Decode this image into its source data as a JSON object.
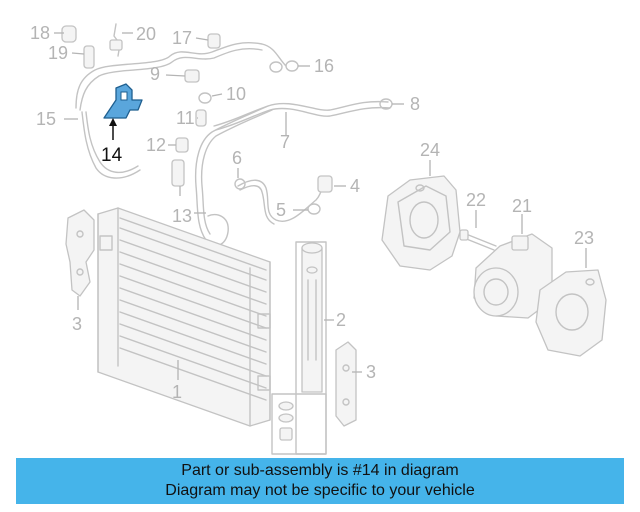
{
  "diagram": {
    "highlighted_part": "14",
    "callouts": [
      "1",
      "2",
      "3",
      "3",
      "4",
      "5",
      "6",
      "7",
      "8",
      "9",
      "10",
      "11",
      "12",
      "13",
      "14",
      "15",
      "16",
      "17",
      "18",
      "19",
      "20",
      "21",
      "22",
      "23",
      "24"
    ],
    "colors": {
      "highlight": "#5aa6dc",
      "banner": "#45b4ea",
      "line_art": "#c3c3c3"
    }
  },
  "banner": {
    "line1": "Part or sub-assembly is #14 in diagram",
    "line2": "Diagram may not be specific to your vehicle"
  }
}
